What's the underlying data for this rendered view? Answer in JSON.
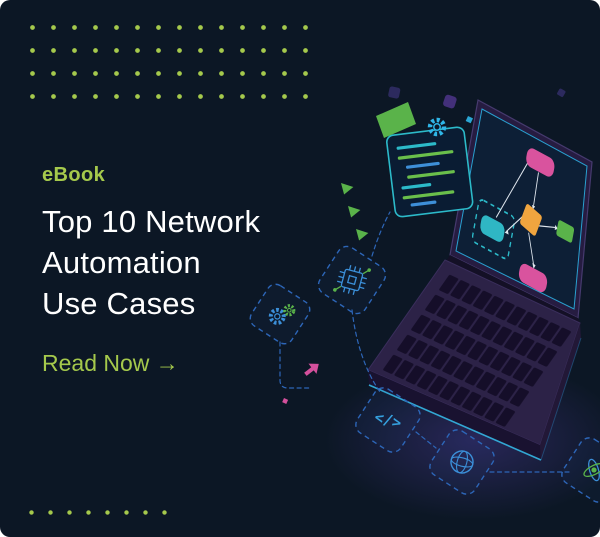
{
  "banner": {
    "eyebrow": "eBook",
    "title_lines": [
      "Top 10 Network",
      "Automation",
      "Use Cases"
    ],
    "cta": "Read Now →"
  },
  "icons": {
    "code_brackets_glyph": "</>"
  },
  "colors": {
    "background": "#0c1725",
    "accent_green": "#a5c94c",
    "title": "#ffffff",
    "teal": "#2cbac9",
    "dashed_blue": "#2d66b8",
    "pink": "#d9539e",
    "orange": "#f0a53f",
    "green": "#5ab34a",
    "laptop_purple": "#2c2247"
  }
}
